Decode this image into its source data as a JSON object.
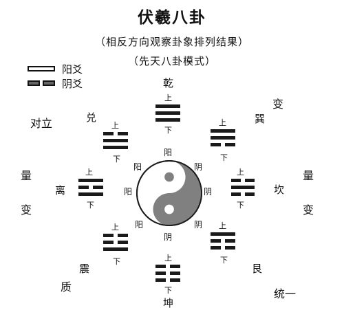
{
  "title": "伏羲八卦",
  "subtitle1": "（相反方向观察卦象排列结果）",
  "subtitle2": "（先天八卦模式）",
  "legend": {
    "yang": "阳爻",
    "yin": "阴爻"
  },
  "trigrams": {
    "qian": "乾",
    "xun": "巽",
    "kan": "坎",
    "gen": "艮",
    "kun": "坤",
    "zhen": "震",
    "li": "离",
    "dui": "兑"
  },
  "marks": {
    "top": "上",
    "bottom": "下"
  },
  "inner": {
    "yang": "阳",
    "yin": "阴"
  },
  "side_words": {
    "duili": "对立",
    "bian_top_right": "变",
    "liang_left": "量",
    "bian_left": "变",
    "liang_right": "量",
    "bian_right": "变",
    "zhi": "质",
    "tongyi": "统一"
  },
  "colors": {
    "ink": "#1a1a1a",
    "yin_fill": "#808080"
  }
}
